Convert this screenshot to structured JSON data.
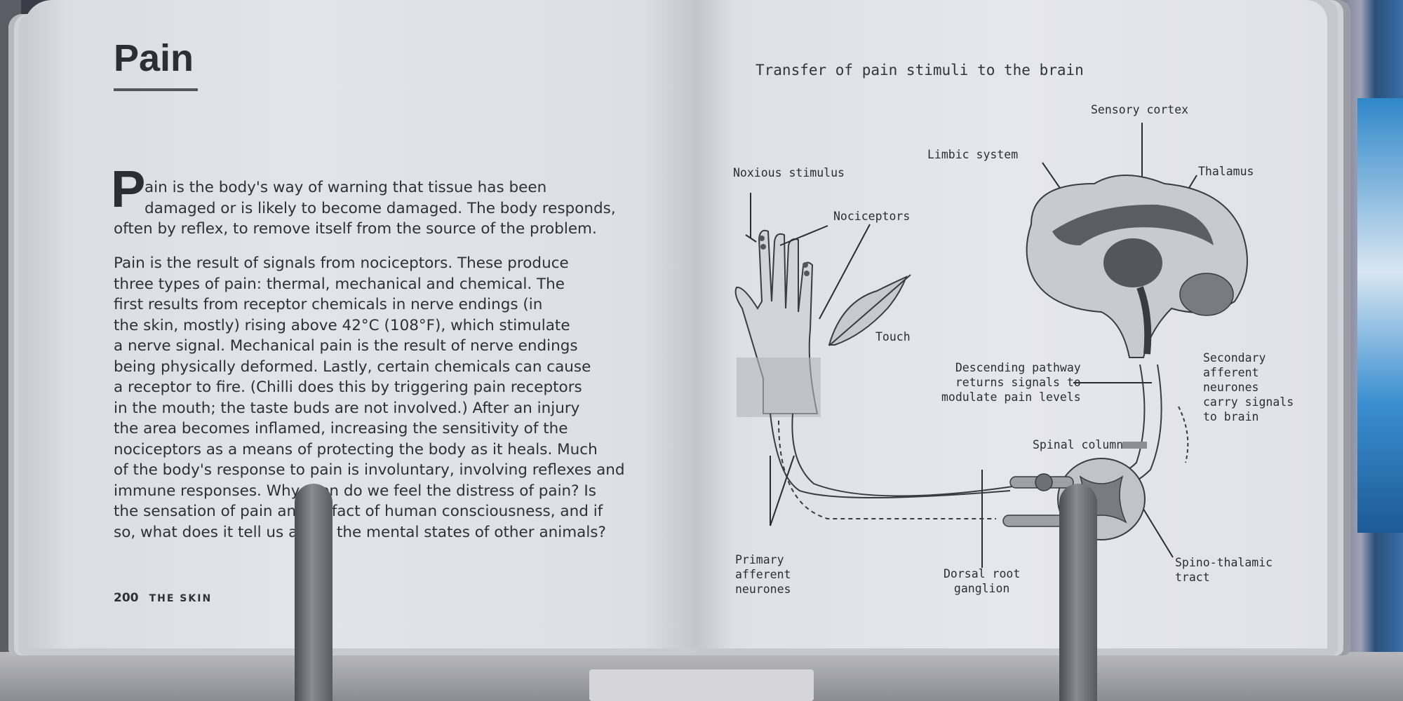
{
  "left_page": {
    "title": "Pain",
    "dropcap": "P",
    "paragraph1": [
      "ain is the body's way of warning that tissue has been",
      "damaged or is likely to become damaged. The body responds,",
      "often by reflex, to remove itself from the source of the problem."
    ],
    "paragraph2": [
      "Pain is the result of signals from nociceptors. These produce",
      "three types of pain: thermal, mechanical and chemical. The",
      "first results from receptor chemicals in nerve endings (in",
      "the skin, mostly) rising above 42°C (108°F), which stimulate",
      "a nerve signal. Mechanical pain is the result of nerve endings",
      "being physically deformed. Lastly, certain chemicals can cause",
      "a receptor to fire. (Chilli does this by triggering pain receptors",
      "in the mouth; the taste buds are not involved.) After an injury",
      "the area becomes inflamed, increasing the sensitivity of the",
      "nociceptors as a means of protecting the body as it heals. Much",
      "of the body's response to pain is involuntary, involving reflexes and",
      "immune responses. Why then do we feel the distress of pain? Is",
      "the sensation of pain an artefact of human consciousness, and if",
      "so, what does it tell us about the mental states of other animals?"
    ],
    "page_number": "200",
    "section": "THE SKIN"
  },
  "right_page": {
    "diagram_title": "Transfer of pain stimuli to the brain",
    "labels": {
      "sensory_cortex": "Sensory cortex",
      "limbic_system": "Limbic system",
      "thalamus": "Thalamus",
      "noxious_stimulus": "Noxious stimulus",
      "nociceptors": "Nociceptors",
      "touch": "Touch",
      "descending_pathway": [
        "Descending pathway",
        "returns signals to",
        "modulate pain levels"
      ],
      "secondary_afferent": [
        "Secondary",
        "afferent",
        "neurones",
        "carry signals",
        "to brain"
      ],
      "spinal_column": "Spinal column",
      "primary_afferent": [
        "Primary",
        "afferent",
        "neurones"
      ],
      "dorsal_root_ganglion": [
        "Dorsal root",
        "ganglion"
      ],
      "spino_thalamic_tract": [
        "Spino-thalamic",
        "tract"
      ]
    }
  },
  "colors": {
    "ink": "#2f3036",
    "page": "#e3e4ea",
    "illustration_gray": "#6e6f75",
    "stand_post": "#6b6c73"
  },
  "icons": [
    "hand-illustration",
    "feather-illustration",
    "brain-illustration",
    "spinal-cord-illustration",
    "book-stand-post"
  ]
}
